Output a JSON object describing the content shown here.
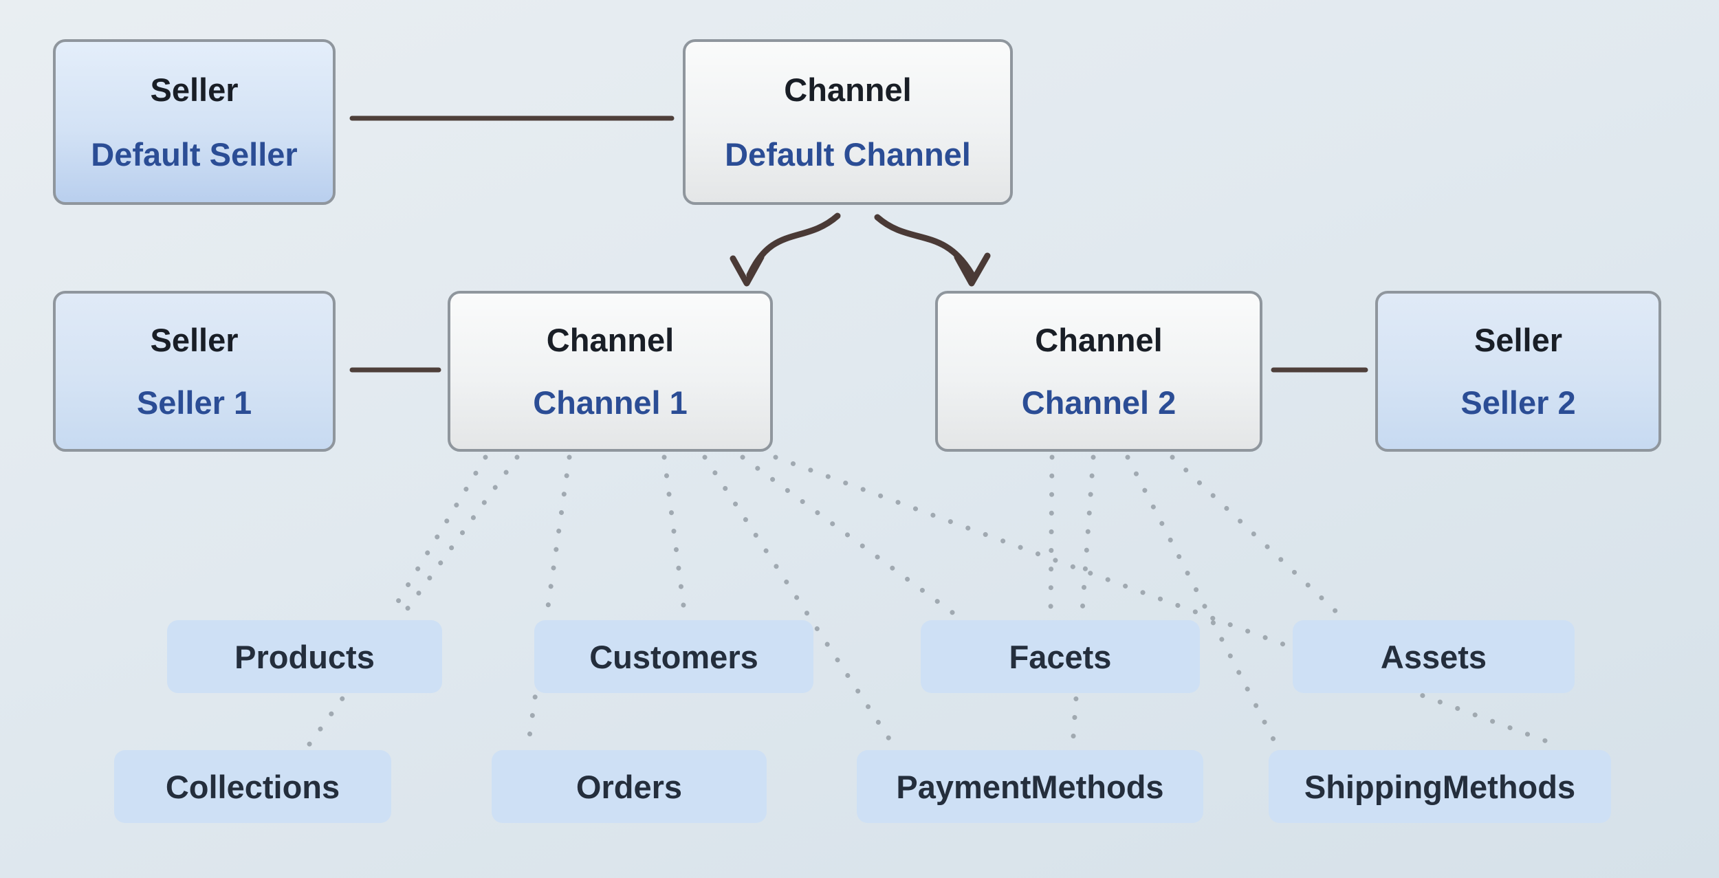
{
  "nodes": {
    "default_seller": {
      "type_label": "Seller",
      "name": "Default Seller"
    },
    "default_channel": {
      "type_label": "Channel",
      "name": "Default Channel"
    },
    "seller1": {
      "type_label": "Seller",
      "name": "Seller 1"
    },
    "channel1": {
      "type_label": "Channel",
      "name": "Channel 1"
    },
    "channel2": {
      "type_label": "Channel",
      "name": "Channel 2"
    },
    "seller2": {
      "type_label": "Seller",
      "name": "Seller 2"
    }
  },
  "entities": [
    {
      "label": "Products"
    },
    {
      "label": "Customers"
    },
    {
      "label": "Facets"
    },
    {
      "label": "Assets"
    },
    {
      "label": "Collections"
    },
    {
      "label": "Orders"
    },
    {
      "label": "PaymentMethods"
    },
    {
      "label": "ShippingMethods"
    }
  ],
  "links": {
    "solid": [
      {
        "from": "Default Seller",
        "to": "Default Channel"
      },
      {
        "from": "Seller 1",
        "to": "Channel 1"
      },
      {
        "from": "Channel 2",
        "to": "Seller 2"
      }
    ],
    "arrows": [
      {
        "from": "Default Channel",
        "to": "Channel 1"
      },
      {
        "from": "Default Channel",
        "to": "Channel 2"
      }
    ],
    "dotted": [
      {
        "from": "Channel 1",
        "to": "Products"
      },
      {
        "from": "Channel 1",
        "to": "Collections"
      },
      {
        "from": "Channel 1",
        "to": "Orders"
      },
      {
        "from": "Channel 1",
        "to": "Customers"
      },
      {
        "from": "Channel 1",
        "to": "PaymentMethods"
      },
      {
        "from": "Channel 1",
        "to": "Facets"
      },
      {
        "from": "Channel 1",
        "to": "ShippingMethods"
      },
      {
        "from": "Channel 2",
        "to": "Facets"
      },
      {
        "from": "Channel 2",
        "to": "PaymentMethods"
      },
      {
        "from": "Channel 2",
        "to": "ShippingMethods"
      },
      {
        "from": "Channel 2",
        "to": "Assets"
      }
    ]
  },
  "colors": {
    "background_top": "#e9eef2",
    "background_bottom": "#d6e1e9",
    "seller_box_top": "#e4eefa",
    "seller_box_bottom": "#b9cfee",
    "channel_box_top": "#fafbfb",
    "channel_box_bottom": "#e4e6e7",
    "entity_fill": "#cee0f5",
    "node_border": "#8f969d",
    "type_text": "#191e26",
    "name_text": "#2b4d95",
    "entity_text": "#242e3c",
    "solid_connector": "#4e3f3a",
    "dotted_connector": "#99a2aa"
  }
}
